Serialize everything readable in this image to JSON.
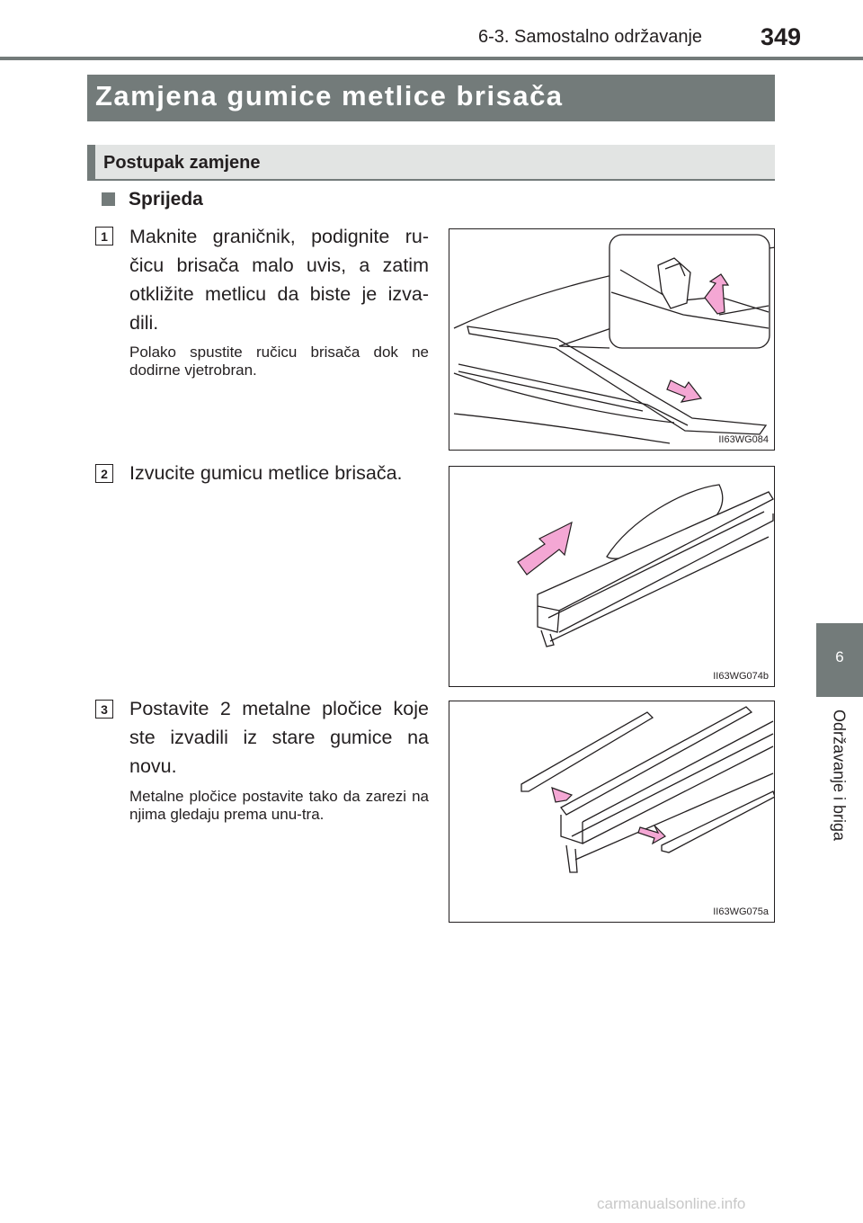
{
  "header": {
    "section": "6-3. Samostalno održavanje",
    "page_number": "349"
  },
  "title": "Zamjena gumice metlice brisača",
  "subheading": "Postupak zamjene",
  "subsection": "Sprijeda",
  "steps": [
    {
      "number": "1",
      "text": "Maknite graničnik, podignite ru-čicu brisača malo uvis, a zatim otkližite metlicu da biste je izva-dili.",
      "note": "Polako spustite ručicu brisača dok ne dodirne vjetrobran.",
      "figure_code": "II63WG084"
    },
    {
      "number": "2",
      "text": "Izvucite gumicu metlice brisača.",
      "note": "",
      "figure_code": "II63WG074b"
    },
    {
      "number": "3",
      "text": "Postavite 2 metalne pločice koje ste izvadili iz stare gumice na novu.",
      "note": "Metalne pločice postavite tako da zarezi na njima gledaju prema unu-tra.",
      "figure_code": "II63WG075a"
    }
  ],
  "side_tab": {
    "number": "6",
    "label": "Održavanje i briga"
  },
  "watermark": "carmanualsonline.info",
  "colors": {
    "bar": "#737b7a",
    "sub_bar": "#e2e4e3",
    "arrow": "#f4a7d4"
  }
}
